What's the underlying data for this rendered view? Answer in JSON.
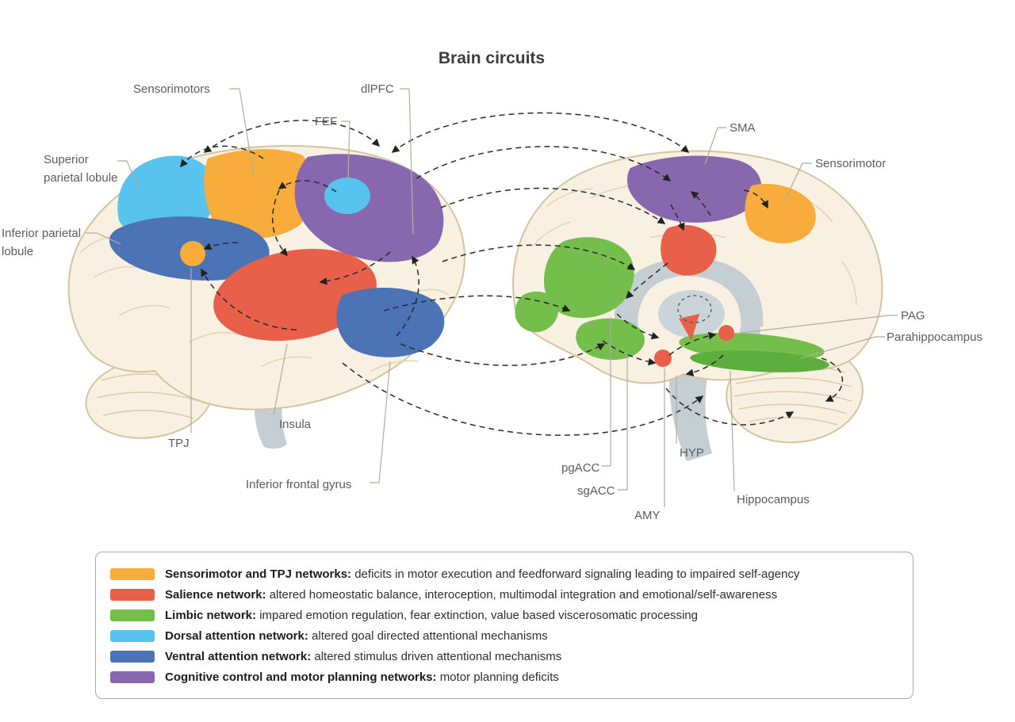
{
  "title": "Brain circuits",
  "colors": {
    "sensorimotor": "#F7AC3C",
    "salience": "#E8604A",
    "limbic": "#74BF4C",
    "limbic_dark": "#5CAE3E",
    "dorsal": "#59C3F0",
    "ventral": "#4C73B6",
    "cognitive": "#8768AE"
  },
  "labels": {
    "left": {
      "sensorimotors": "Sensorimotors",
      "dlpfc": "dlPFC",
      "fef": "FEF",
      "superior_parietal": "Superior parietal lobule",
      "inferior_parietal": "Inferior parietal lobule",
      "tpj": "TPJ",
      "insula": "Insula",
      "inferior_frontal_gyrus": "Inferior frontal gyrus"
    },
    "right": {
      "sma": "SMA",
      "sensorimotor": "Sensorimotor",
      "pag": "PAG",
      "parahippocampus": "Parahippocampus",
      "pgacc": "pgACC",
      "sgacc": "sgACC",
      "amy": "AMY",
      "hyp": "HYP",
      "hippocampus": "Hippocampus"
    }
  },
  "legend": {
    "items": [
      {
        "color": "#F7AC3C",
        "label": "Sensorimotor and TPJ networks:",
        "desc": "deficits in motor execution and feedforward signaling leading to impaired self-agency"
      },
      {
        "color": "#E8604A",
        "label": "Salience network:",
        "desc": "altered homeostatic balance, interoception, multimodal integration and emotional/self-awareness"
      },
      {
        "color": "#74BF4C",
        "label": "Limbic network:",
        "desc": "impared emotion regulation, fear extinction, value based viscerosomatic processing"
      },
      {
        "color": "#59C3F0",
        "label": "Dorsal attention network:",
        "desc": "altered goal directed attentional mechanisms"
      },
      {
        "color": "#4C73B6",
        "label": "Ventral attention network:",
        "desc": "altered stimulus driven attentional mechanisms"
      },
      {
        "color": "#8768AE",
        "label": "Cognitive control and motor planning networks:",
        "desc": "motor planning deficits"
      }
    ]
  }
}
